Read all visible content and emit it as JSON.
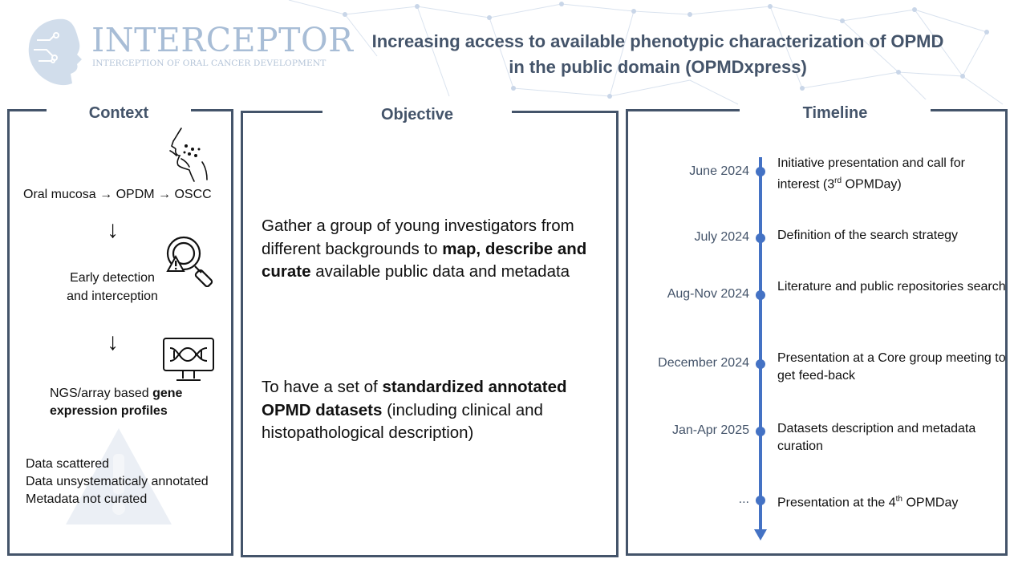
{
  "header": {
    "logo_title": "INTERCEPTOR",
    "logo_subtitle": "INTERCEPTION OF ORAL CANCER DEVELOPMENT",
    "headline_line1": "Increasing access to available phenotypic characterization of OPMD",
    "headline_line2": "in the public domain (OPMDxpress)"
  },
  "context": {
    "title": "Context",
    "flow": "Oral mucosa → OPDM → OSCC",
    "arrow": "↓",
    "early_line1": "Early detection",
    "early_line2": "and interception",
    "ngs_prefix": "NGS/array based ",
    "ngs_bold": "gene expression profiles",
    "issues": [
      "Data scattered",
      "Data unsystematicaly annotated",
      "Metadata not curated"
    ],
    "icons": [
      "face-lesion-icon",
      "magnifier-warning-icon",
      "dna-monitor-icon",
      "warning-triangle-icon"
    ]
  },
  "objective": {
    "title": "Objective",
    "p1_a": "Gather a group of young investigators from different backgrounds to ",
    "p1_b": "map, describe and curate",
    "p1_c": " available public data and metadata",
    "p2_a": "To have a set of ",
    "p2_b": "standardized annotated OPMD datasets",
    "p2_c": " (including clinical and histopathological description)"
  },
  "timeline": {
    "title": "Timeline",
    "events": [
      {
        "date": "June 2024",
        "text_a": "Initiative presentation and call for interest (3",
        "sup": "rd",
        "text_b": " OPMDay)"
      },
      {
        "date": "July 2024",
        "text_a": "Definition of the search strategy",
        "sup": "",
        "text_b": ""
      },
      {
        "date": "Aug-Nov 2024",
        "text_a": "Literature and public repositories search",
        "sup": "",
        "text_b": ""
      },
      {
        "date": "December 2024",
        "text_a": "Presentation at a Core group meeting to get feed-back",
        "sup": "",
        "text_b": ""
      },
      {
        "date": "Jan-Apr 2025",
        "text_a": "Datasets description and metadata curation",
        "sup": "",
        "text_b": ""
      },
      {
        "date": "...",
        "text_a": "Presentation at the 4",
        "sup": "th",
        "text_b": " OPMDay"
      }
    ],
    "colors": {
      "line": "#4472c4",
      "dates": "#44546a"
    }
  },
  "colors": {
    "accent": "#44546a",
    "logo": "#a8bdd6"
  }
}
